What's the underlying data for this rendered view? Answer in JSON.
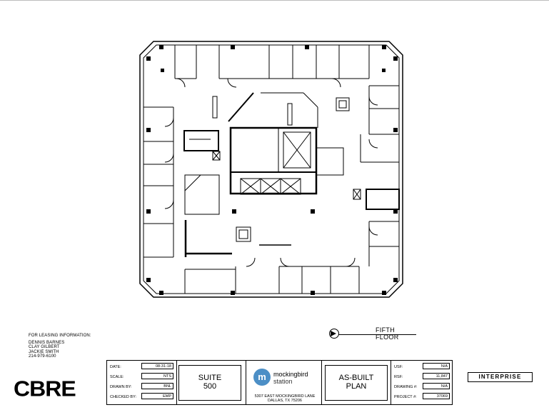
{
  "floor_label": "FIFTH FLOOR",
  "leasing": {
    "heading": "FOR LEASING INFORMATION:",
    "contacts": [
      "DENNIS BARNES",
      "CLAY GILBERT",
      "JACKIE SMITH"
    ],
    "phone": "214-979-6100"
  },
  "brand": "CBRE",
  "title_block": {
    "date_label": "DATE:",
    "date": "08-31-18",
    "scale_label": "SCALE:",
    "scale": "NTS",
    "drawn_label": "DRAWN BY:",
    "drawn": "BNL",
    "checked_label": "CHECKED BY:",
    "checked": "EMP",
    "suite_line1": "SUITE",
    "suite_line2": "500",
    "logo_name_1": "mockingbird",
    "logo_name_2": "station",
    "address_1": "5307 EAST MOCKINGBIRD LANE",
    "address_2": "DALLAS, TX 75206",
    "plan_line1": "AS-BUILT",
    "plan_line2": "PLAN",
    "usf_label": "USF:",
    "usf": "N/A",
    "rsf_label": "RSF:",
    "rsf": "11,847",
    "drawing_label": "DRAWING #:",
    "drawing": "N/A",
    "project_label": "PROJECT #:",
    "project": "37069"
  },
  "interprise": "INTERPRISE",
  "colors": {
    "logo_blue": "#4c8fc6"
  }
}
